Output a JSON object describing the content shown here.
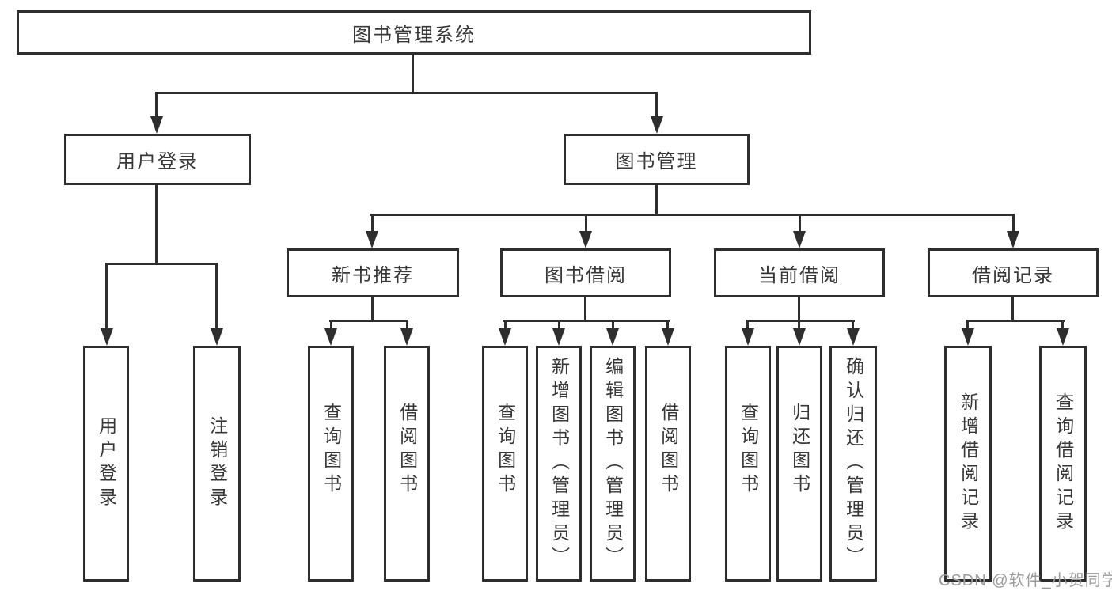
{
  "diagram": {
    "root": {
      "label": "图书管理系统"
    },
    "level2": {
      "user_login": {
        "label": "用户登录"
      },
      "book_management": {
        "label": "图书管理"
      }
    },
    "level3": {
      "new_book_recommend": {
        "label": "新书推荐"
      },
      "book_borrowing": {
        "label": "图书借阅"
      },
      "current_borrowing": {
        "label": "当前借阅"
      },
      "borrowing_records": {
        "label": "借阅记录"
      }
    },
    "leaves": {
      "user_login": {
        "label": "用户登录"
      },
      "logout": {
        "label": "注销登录"
      },
      "recommend_query_books": {
        "label": "查询图书"
      },
      "recommend_borrow_books": {
        "label": "借阅图书"
      },
      "borrow_query_books": {
        "label": "查询图书"
      },
      "borrow_add_books_admin": {
        "label": "新增图书（管理员）"
      },
      "borrow_edit_books_admin": {
        "label": "编辑图书（管理员）"
      },
      "borrow_borrow_books": {
        "label": "借阅图书"
      },
      "current_query_books": {
        "label": "查询图书"
      },
      "current_return_books": {
        "label": "归还图书"
      },
      "current_confirm_return_admin": {
        "label": "确认归还（管理员）"
      },
      "records_add_record": {
        "label": "新增借阅记录"
      },
      "records_query_record": {
        "label": "查询借阅记录"
      }
    },
    "watermark": "CSDN @软件_小贺同学",
    "colors": {
      "line": "#2e2e2e",
      "text": "#373737",
      "watermark": "#9c9c9c",
      "background": "#ffffff"
    }
  }
}
